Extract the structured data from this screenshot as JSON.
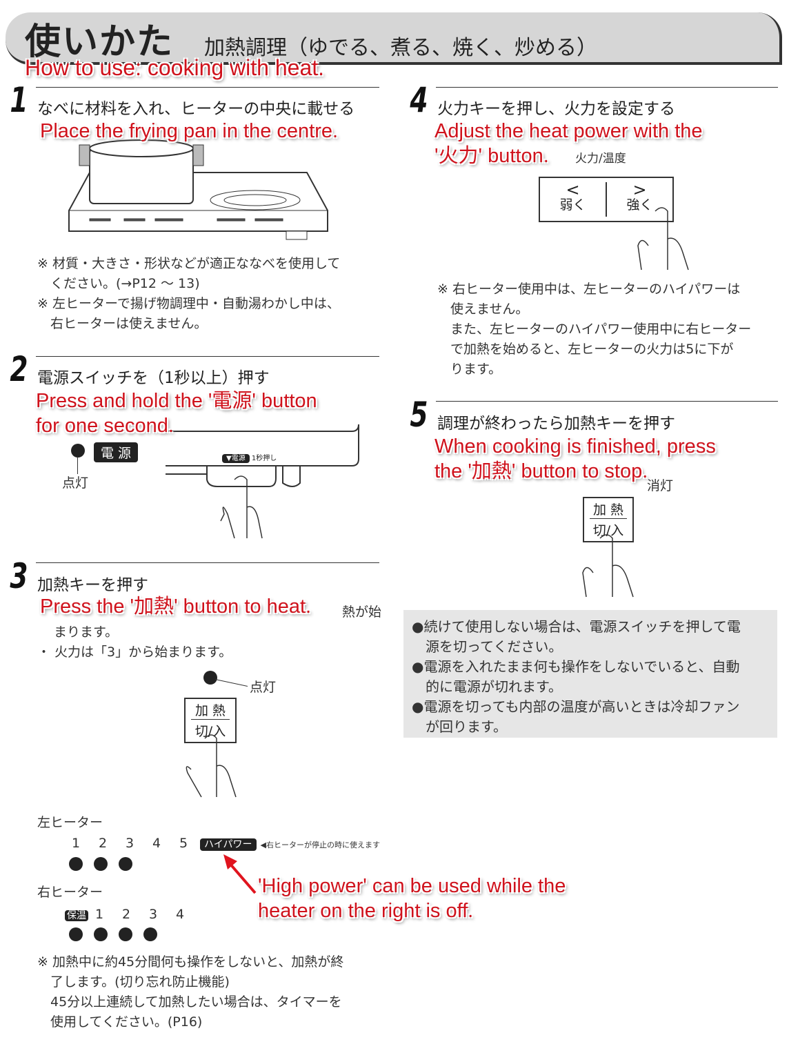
{
  "header": {
    "title": "使いかた",
    "subtitle": "加熱調理（ゆでる、煮る、焼く、炒める）",
    "translation": "How to use: cooking with heat."
  },
  "steps": [
    {
      "number": "1",
      "heading": "なべに材料を入れ、ヒーターの中央に載せる",
      "translation": "Place the frying pan in the centre.",
      "notes": [
        "※ 材質・大きさ・形状などが適正ななべを使用して",
        "　ください。(→P12 ～ 13)",
        "※ 左ヒーターで揚げ物調理中・自動湯わかし中は、",
        "　右ヒーターは使えません。"
      ]
    },
    {
      "number": "2",
      "heading": "電源スイッチを（1秒以上）押す",
      "translation_line1": "Press and hold the '電源' button",
      "translation_line2": "for one second.",
      "power_label": "電 源",
      "lamp_label": "点灯",
      "device_label": "▼電源",
      "device_hint": "1秒押し"
    },
    {
      "number": "3",
      "heading": "加熱キーを押す",
      "translation": "Press the '加熱' button to heat.",
      "body_tail": "熱が始",
      "body_line2": "まります。",
      "bullet": "・ 火力は「3」から始まります。",
      "lamp_label": "点灯",
      "key_top": "加 熱",
      "key_bottom": "切/入"
    },
    {
      "number": "4",
      "heading": "火力キーを押し、火力を設定する",
      "translation_line1": "Adjust the heat power with the",
      "translation_line2": "'火力' button.",
      "key_caption": "火力/温度",
      "left_arrow": "<",
      "left_label": "弱く",
      "right_arrow": ">",
      "right_label": "強く",
      "notes": [
        "※ 右ヒーター使用中は、左ヒーターのハイパワーは",
        "　使えません。",
        "　また、左ヒーターのハイパワー使用中に右ヒーター",
        "　で加熱を始めると、左ヒーターの火力は5に下が",
        "　ります。"
      ]
    },
    {
      "number": "5",
      "heading": "調理が終わったら加熱キーを押す",
      "translation_line1": "When cooking is finished, press",
      "translation_line2": "the '加熱' button to stop.",
      "lamp_label": "消灯",
      "key_top": "加 熱",
      "key_bottom": "切/入"
    }
  ],
  "info_box": [
    "●続けて使用しない場合は、電源スイッチを押して電",
    "　源を切ってください。",
    "●電源を入れたまま何も操作をしないでいると、自動",
    "　的に電源が切れます。",
    "●電源を切っても内部の温度が高いときは冷却ファン",
    "　が回ります。"
  ],
  "heaters": {
    "left": {
      "label": "左ヒーター",
      "levels": [
        "1",
        "2",
        "3",
        "4",
        "5"
      ],
      "lit": 3,
      "high_power": "ハイパワー",
      "high_power_note": "◀右ヒーターが停止の時に使えます"
    },
    "right": {
      "label": "右ヒーター",
      "keep_warm": "保温",
      "levels": [
        "1",
        "2",
        "3",
        "4"
      ],
      "lit": 4
    },
    "annotation_line1": "'High power' can be used while the",
    "annotation_line2": "heater on the right is off."
  },
  "footer_notes": [
    "※ 加熱中に約45分間何も操作をしないと、加熱が終",
    "　了します。(切り忘れ防止機能)",
    "　45分以上連続して加熱したい場合は、タイマーを",
    "　使用してください。(P16)"
  ],
  "colors": {
    "annotation": "#d0121c",
    "banner": "#d6d6d6",
    "info_box": "#e6e6e6"
  }
}
